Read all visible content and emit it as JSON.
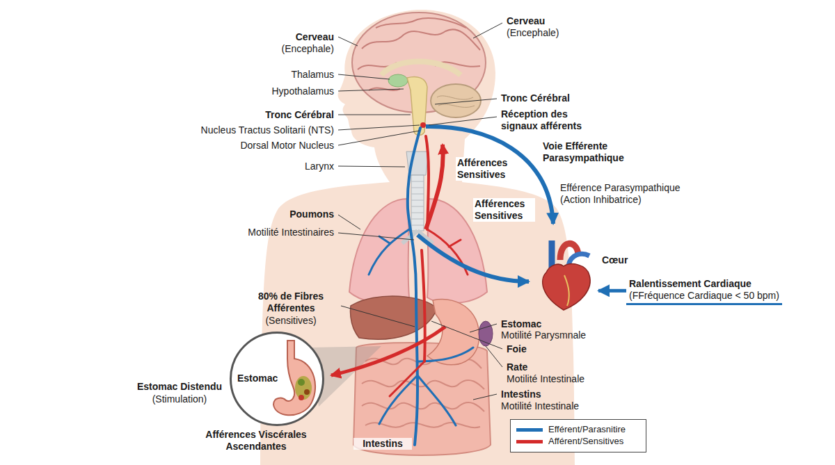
{
  "diagram": {
    "nodes": [
      {
        "text": [
          "Cœur"
        ]
      },
      {
        "text": [
          "Ralentissement Cardiaque",
          "(FFréquence Cardiaque < 50 bpm)"
        ]
      },
      {
        "text": [
          "Estomac"
        ]
      }
    ],
    "edges": [
      {
        "from": 1,
        "to": 0,
        "arrow": "to"
      }
    ],
    "labels": [
      "Cerveau",
      "(Encephale)",
      "Thalamus",
      "Hypothalamus",
      "Tronc Cérébral",
      "Nucleus Tractus Solitarii (NTS)",
      "Dorsal Motor Nucleus",
      "Larynx",
      "Poumons",
      "Motilité Intestinaires",
      "80% de Fibres Afférentes",
      "(Sensitives)",
      "Estomac Distendu",
      "(Stimulation)",
      "Afférences Viscérales Ascendantes",
      "Intestins",
      "Cerveau",
      "(Encephale)",
      "Tronc Cérébral",
      "Réception des signaux afférents",
      "Afférences Sensitives",
      "Afférences Sensitives",
      "Voie Efférente Parasympathique",
      "Efférence Parasympathique",
      "(Action Inhibatrice)",
      "Estomac",
      "Motilité Parysmnale",
      "Foie",
      "Rate",
      "Motilité Intestinale",
      "Intestins",
      "Motilité Intestinale"
    ],
    "legend": [
      {
        "text": "Efférent/Parasnitire",
        "color": "#1f6fb5"
      },
      {
        "text": "Afférent/Sensitives",
        "color": "#d42a2a"
      }
    ]
  }
}
